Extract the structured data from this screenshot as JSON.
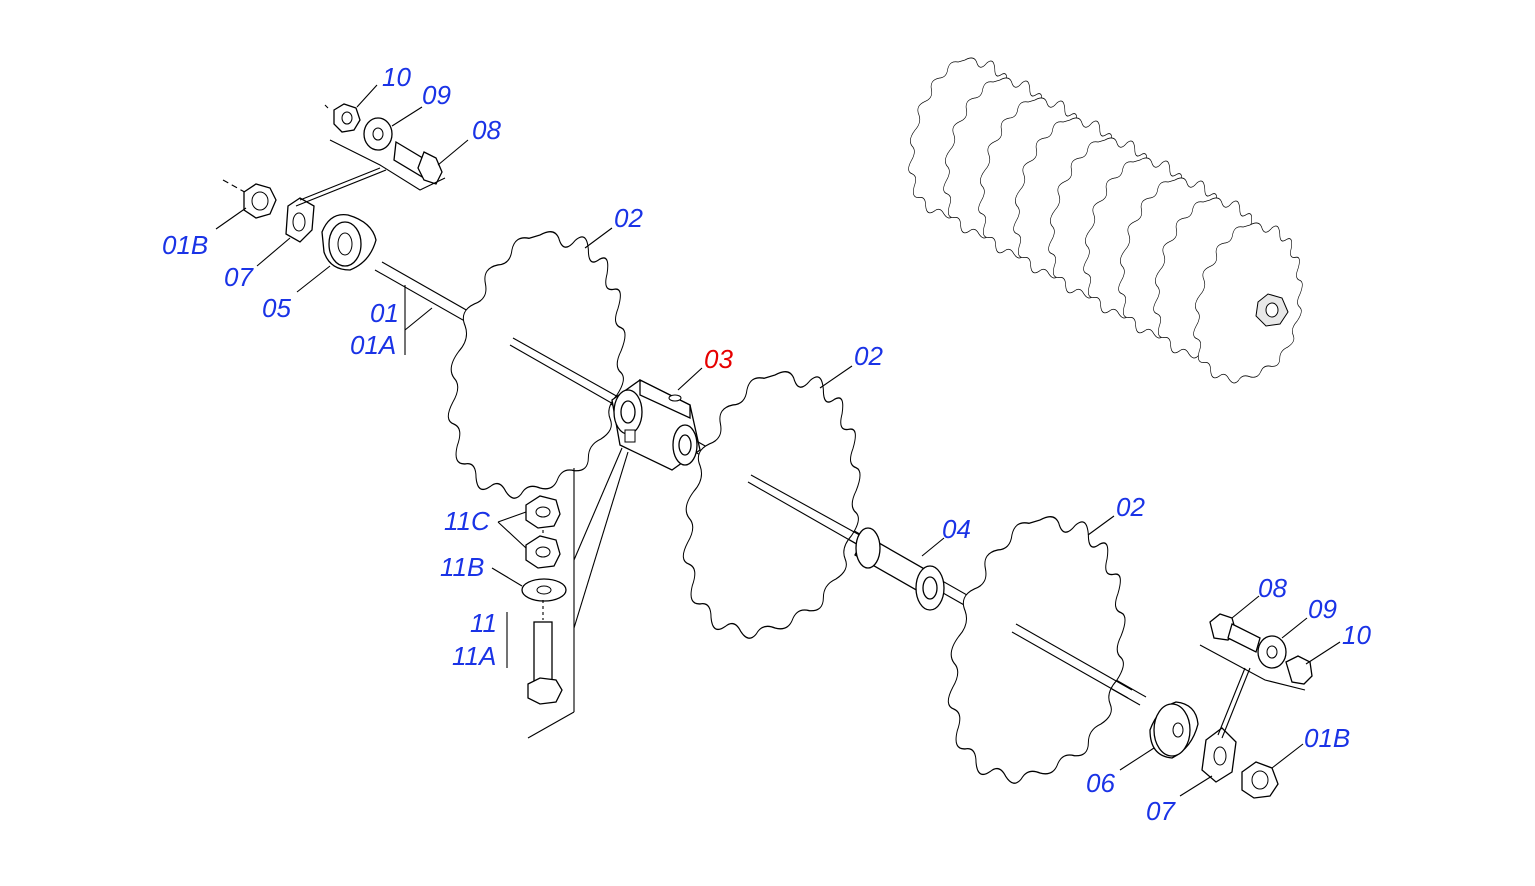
{
  "callouts": [
    {
      "id": "c1",
      "text": "10"
    },
    {
      "id": "c2",
      "text": "09"
    },
    {
      "id": "c3",
      "text": "08"
    },
    {
      "id": "c4",
      "text": "01B"
    },
    {
      "id": "c5",
      "text": "07"
    },
    {
      "id": "c6",
      "text": "05"
    },
    {
      "id": "c7",
      "text": "01"
    },
    {
      "id": "c8",
      "text": "01A"
    },
    {
      "id": "c9",
      "text": "02"
    },
    {
      "id": "c10",
      "text": "03"
    },
    {
      "id": "c11",
      "text": "02"
    },
    {
      "id": "c12",
      "text": "11C"
    },
    {
      "id": "c13",
      "text": "04"
    },
    {
      "id": "c14",
      "text": "02"
    },
    {
      "id": "c15",
      "text": "11B"
    },
    {
      "id": "c16",
      "text": "11"
    },
    {
      "id": "c17",
      "text": "11A"
    },
    {
      "id": "c18",
      "text": "08"
    },
    {
      "id": "c19",
      "text": "09"
    },
    {
      "id": "c20",
      "text": "10"
    },
    {
      "id": "c21",
      "text": "01B"
    },
    {
      "id": "c22",
      "text": "06"
    },
    {
      "id": "c23",
      "text": "07"
    }
  ],
  "colors": {
    "callout": "#1a33e6",
    "highlight": "#e60000",
    "line": "#000000"
  }
}
